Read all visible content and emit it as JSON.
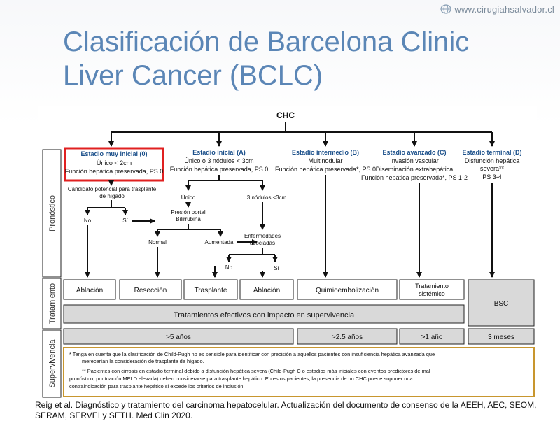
{
  "site": {
    "url": "www.cirugiahsalvador.cl"
  },
  "title": {
    "line1": "Clasificación de Barcelona Clinic",
    "line2": "Liver Cancer (BCLC)"
  },
  "diagram": {
    "root": "CHC",
    "side_labels": {
      "prognosis": "Pronóstico",
      "treatment": "Tratamiento",
      "survival": "Supervivencia"
    },
    "stages": {
      "s0": {
        "title": "Estadio muy inicial (0)",
        "l1": "Único < 2cm",
        "l2": "Función hepática preservada, PS 0"
      },
      "sa": {
        "title": "Estadio inicial (A)",
        "l1": "Único o 3 nódulos < 3cm",
        "l2": "Función hepática preservada, PS 0"
      },
      "sb": {
        "title": "Estadio intermedio (B)",
        "l1": "Multinodular",
        "l2": "Función hepática preservada*, PS 0"
      },
      "sc": {
        "title": "Estadio avanzado (C)",
        "l1": "Invasión vascular",
        "l2": "Diseminación extrahepática",
        "l3": "Función hepática preservada*, PS 1-2"
      },
      "sd": {
        "title": "Estadio terminal (D)",
        "l1": "Disfunción hepática",
        "l2": "severa**",
        "l3": "PS 3-4"
      }
    },
    "nodes": {
      "candidate_l1": "Candidato potencial para trasplante",
      "candidate_l2": "de hígado",
      "no": "No",
      "si": "Sí",
      "unico": "Único",
      "tres_nodulos": "3 nódulos ≤3cm",
      "presion_l1": "Presión portal",
      "presion_l2": "Bilirrubina",
      "normal": "Normal",
      "aumentada": "Aumentada",
      "enf_l1": "Enfermedades",
      "enf_l2": "asociadas",
      "no2": "No",
      "si2": "Sí"
    },
    "treatments": {
      "ablacion": "Ablación",
      "reseccion": "Resección",
      "trasplante": "Trasplante",
      "ablacion2": "Ablación",
      "quimio": "Quimioembolización",
      "sistemico_l1": "Tratamiento",
      "sistemico_l2": "sistémico",
      "bsc": "BSC",
      "efectivos": "Tratamientos efectivos con impacto en supervivencia"
    },
    "survival": {
      "s1": ">5 años",
      "s2": ">2.5 años",
      "s3": ">1 año",
      "s4": "3 meses"
    },
    "notes": {
      "n1_l1": "* Tenga en cuenta que la clasificación de Child-Pugh no es sensible para identificar con precisión a aquellos pacientes con insuficiencia hepática avanzada que",
      "n1_l2": "merecerían la consideración de trasplante de hígado.",
      "n2_l1": "** Pacientes con cirrosis en estadio terminal debido a disfunción hepática severa (Child-Pugh C o estadios más iniciales con eventos predictores de mal",
      "n2_l2": "pronóstico, puntuación MELD elevada) deben considerarse para trasplante hepático. En estos pacientes, la presencia de un CHC puede suponer una",
      "n2_l3": "contraindicación para trasplante hepático si excede los criterios de inclusión."
    }
  },
  "caption": {
    "line1": "Reig et al. Diagnóstico y tratamiento del carcinoma hepatocelular. Actualización del  documento de consenso de la AEEH, AEC, SEOM,",
    "line2": "SERAM, SERVEI y SETH. Med Clin 2020."
  },
  "colors": {
    "title": "#5b86b6",
    "highlight": "#e02020",
    "survival_fill": "#d9d9d9",
    "notes_border": "#c8962e",
    "site": "#7a8a9a"
  }
}
